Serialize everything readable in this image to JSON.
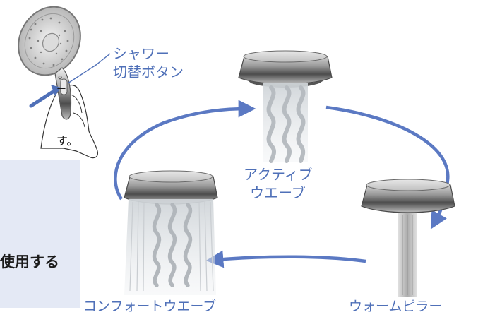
{
  "left_text": {
    "frag1": "。",
    "frag2": "ー",
    "frag3": "す。",
    "frag4": "使用する"
  },
  "callout": {
    "line1": "シャワー",
    "line2": "切替ボタン"
  },
  "modes": {
    "active": {
      "line1": "アクティブ",
      "line2": "ウエーブ"
    },
    "comfort": "コンフォートウエーブ",
    "warm": "ウォームピラー"
  },
  "colors": {
    "accent": "#5b79c3",
    "label": "#4f70b8",
    "panel": "#e4e9f5"
  }
}
